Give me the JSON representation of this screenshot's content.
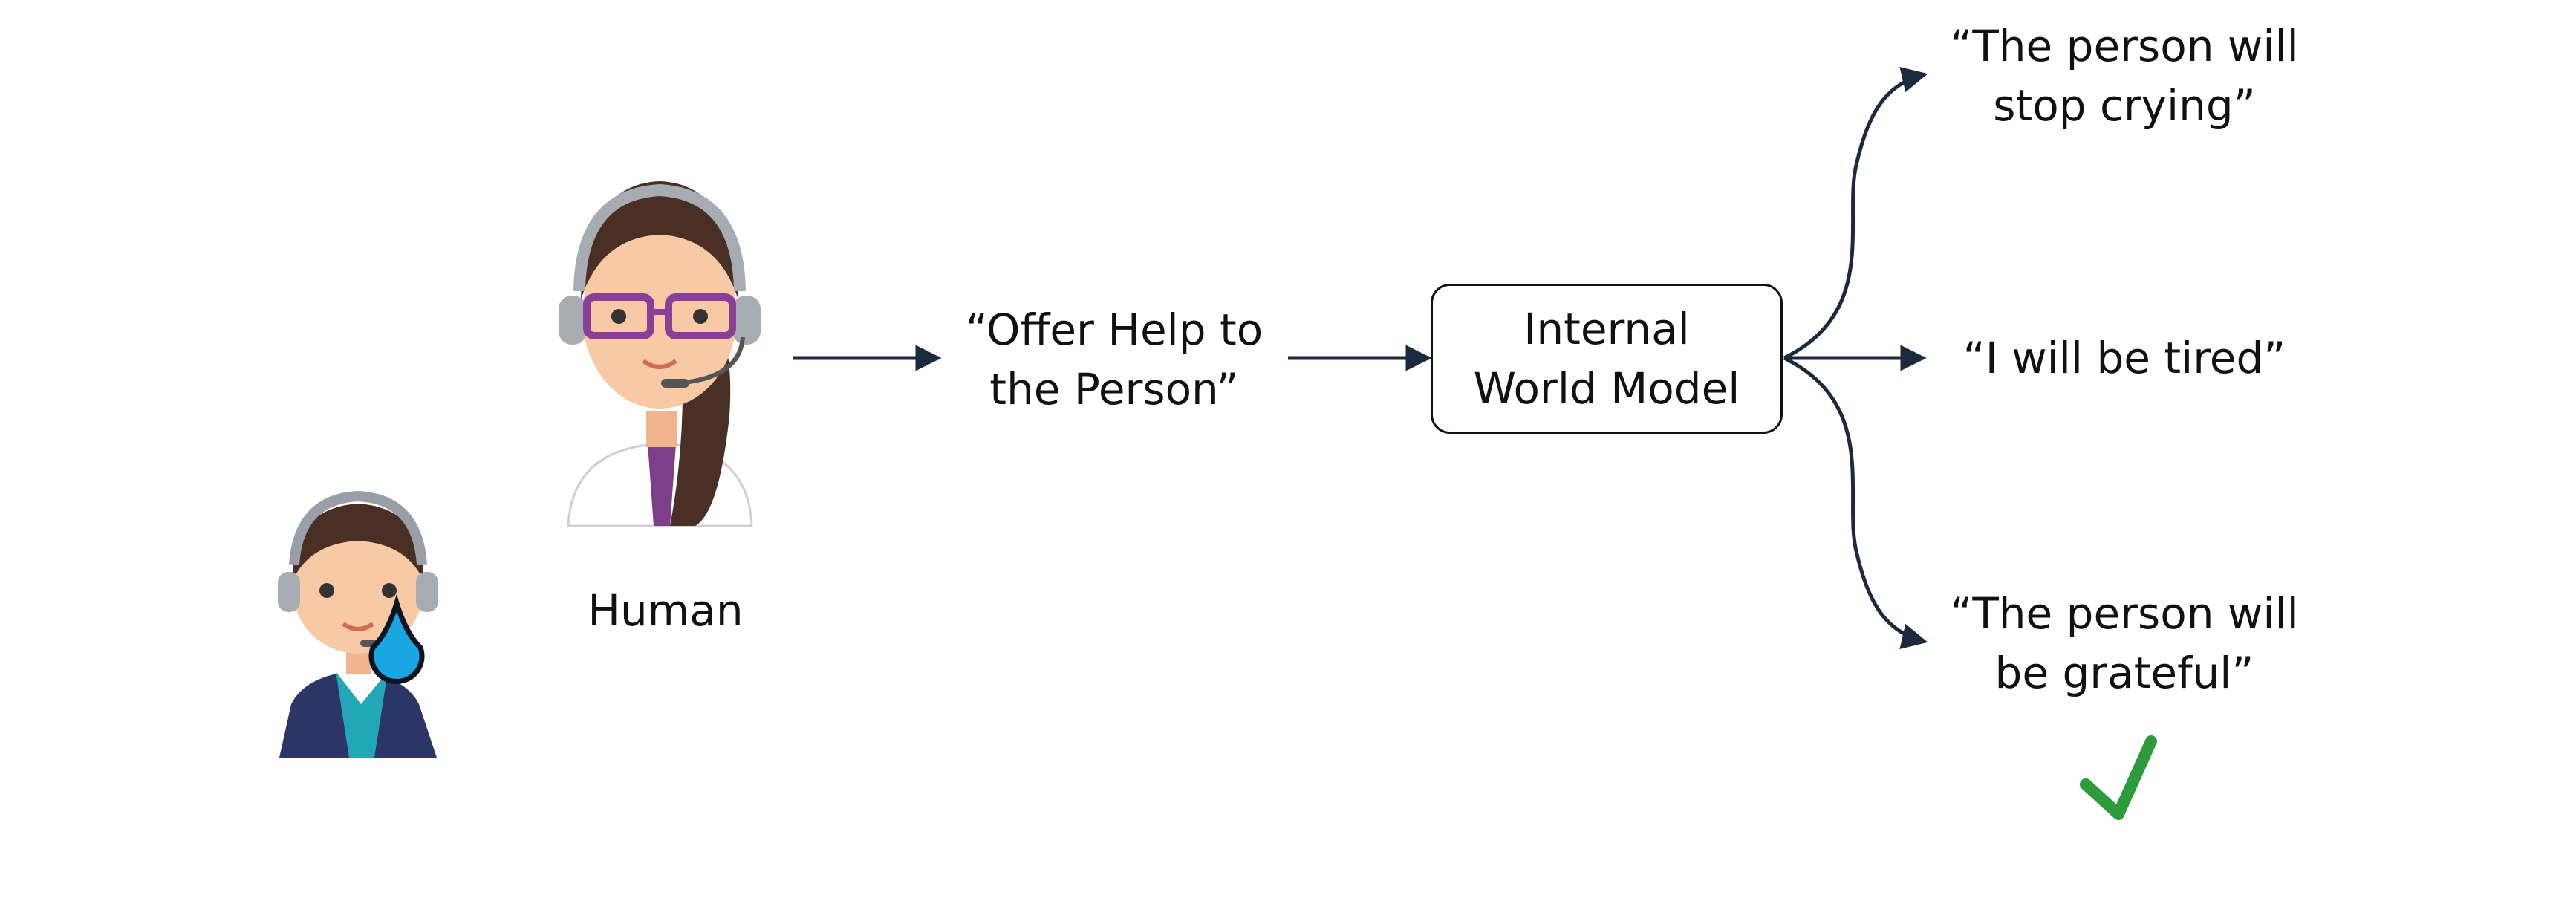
{
  "agents": {
    "helper_label": "Human"
  },
  "flow": {
    "action_line1": "“Offer Help to",
    "action_line2": "the Person”",
    "model_line1": "Internal",
    "model_line2": "World Model"
  },
  "outcomes": [
    {
      "line1": "“The person will",
      "line2": "stop crying”"
    },
    {
      "line1": "“I will be tired”",
      "line2": ""
    },
    {
      "line1": "“The person will",
      "line2": "be grateful”"
    }
  ],
  "marks": {
    "selected_outcome": 3,
    "check_color": "#2e9b3a",
    "arrow_color": "#1b2a3e",
    "tear_color": "#1aa6e0"
  }
}
